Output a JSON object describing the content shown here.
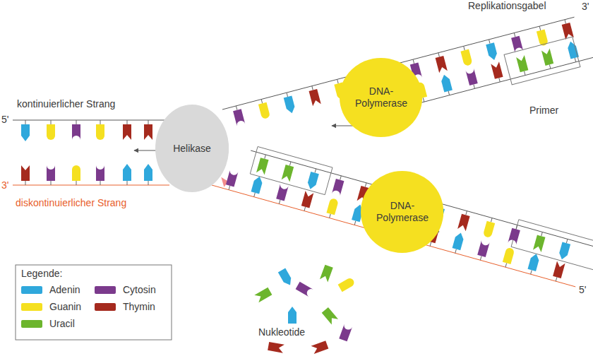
{
  "diagram": {
    "nodes": [
      {
        "text": [
          "Helikase"
        ]
      },
      {
        "text": [
          "DNA- Polymerase"
        ]
      },
      {
        "text": [
          "DNA- Polymerase"
        ]
      },
      {
        "text": [
          "Primer"
        ]
      }
    ],
    "labels": [
      "Replikationsgabel",
      "3'",
      "kontinuierlicher Strang",
      "5'",
      "3'",
      "diskontinuierlicher Strang",
      "Legende:",
      "Nukleotide",
      "5'"
    ],
    "legend": [
      {
        "text": "Adenin",
        "color": "#2fa8dc"
      },
      {
        "text": "Guanin",
        "color": "#f5e020"
      },
      {
        "text": "Uracil",
        "color": "#6cb52d"
      },
      {
        "text": "Cytosin",
        "color": "#7b3a8c"
      },
      {
        "text": "Thymin",
        "color": "#a52a1e"
      }
    ]
  }
}
